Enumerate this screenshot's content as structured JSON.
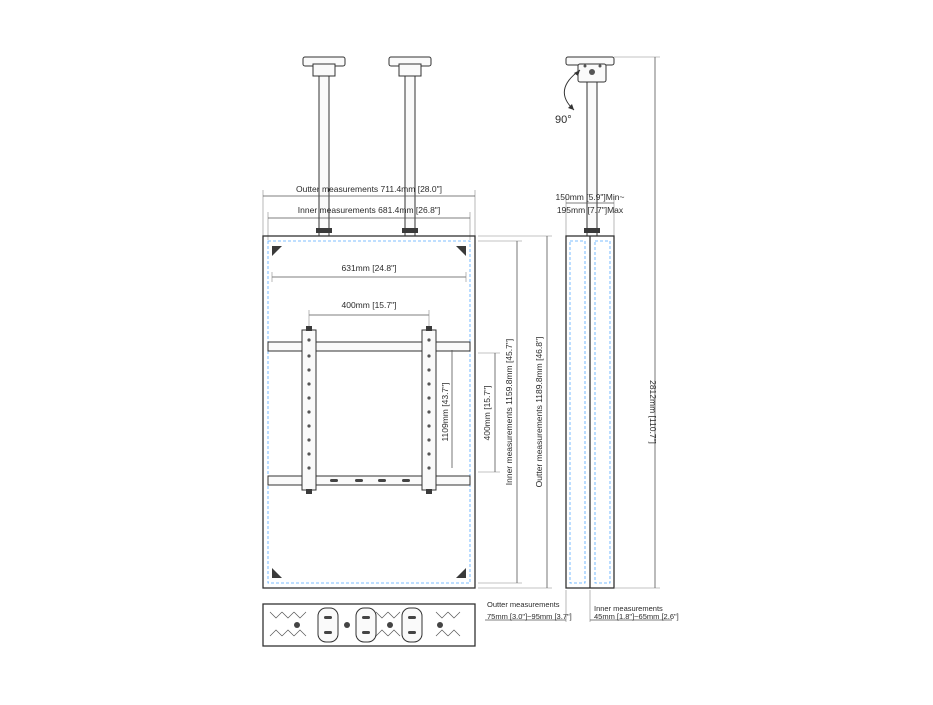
{
  "colors": {
    "line": "#333333",
    "inner_dash": "#55aaff",
    "dim_line": "#555555"
  },
  "labels": {
    "outer_width": "Outter measurements 711.4mm [28.0\"]",
    "inner_width": "Inner measurements 681.4mm [26.8\"]",
    "w631": "631mm [24.8\"]",
    "w400": "400mm [15.7\"]",
    "h1109": "1109mm [43.7\"]",
    "h400": "400mm [15.7\"]",
    "inner_height": "Inner measurements 1159.8mm [45.7\"]",
    "outer_height": "Outter measurements 1189.8mm [46.8\"]",
    "angle": "90°",
    "depth_min": "150mm [5.9\"]Min~",
    "depth_max": "195mm [7.7\"]Max",
    "total_height": "2812mm [110.7\"]",
    "outer_depth_title": "Outter measurements",
    "outer_depth_value": "75mm [3.0\"]~95mm [3.7\"]",
    "inner_depth_title": "Inner measurements",
    "inner_depth_value": "45mm [1.8\"]~65mm [2.6\"]"
  }
}
